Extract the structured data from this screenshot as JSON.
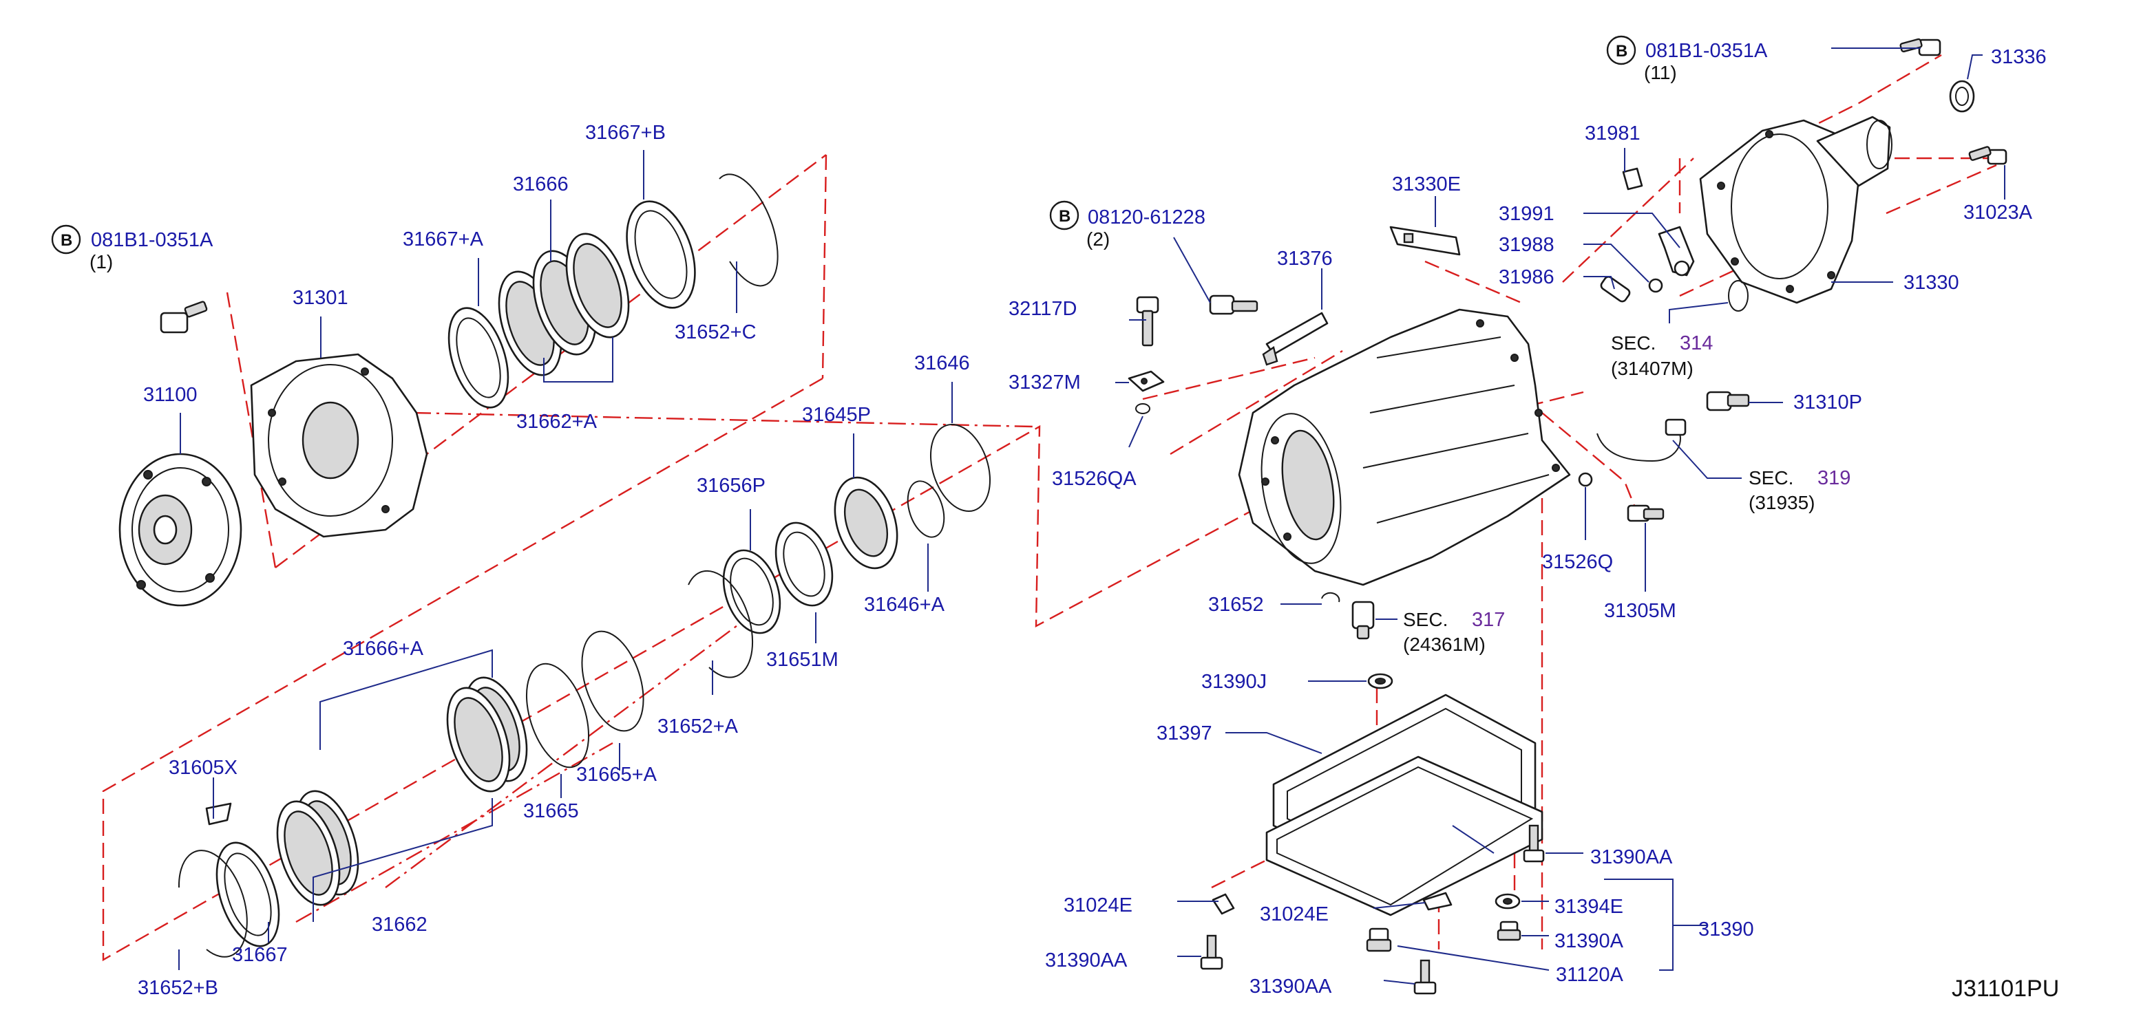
{
  "diagram_id": "J31101PU",
  "callouts": {
    "c31100": "31100",
    "c31301": "31301",
    "c31666": "31666",
    "c31667B": "31667+B",
    "c31667A": "31667+A",
    "c31652C": "31652+C",
    "c31662A": "31662+A",
    "c31646": "31646",
    "c31645P": "31645P",
    "c31656P": "31656P",
    "c31646A": "31646+A",
    "c31651M": "31651M",
    "c31652A": "31652+A",
    "c31666A": "31666+A",
    "c31605X": "31605X",
    "c31665": "31665",
    "c31665A": "31665+A",
    "c31662": "31662",
    "c31667": "31667",
    "c31652B": "31652+B",
    "c32117D": "32117D",
    "c31327M": "31327M",
    "c31526QA": "31526QA",
    "c31376": "31376",
    "c31330E": "31330E",
    "c31981": "31981",
    "c31991": "31991",
    "c31988": "31988",
    "c31986": "31986",
    "c31336": "31336",
    "c31023A": "31023A",
    "c31330": "31330",
    "c31310P": "31310P",
    "c31526Q": "31526Q",
    "c31305M": "31305M",
    "c31652": "31652",
    "c31390J": "31390J",
    "c31397": "31397",
    "c31390AA_r": "31390AA",
    "c31394E": "31394E",
    "c31390": "31390",
    "c31390A": "31390A",
    "c31120A": "31120A",
    "c31024E_l": "31024E",
    "c31024E_c": "31024E",
    "c31390AA_l": "31390AA",
    "c31390AA_b": "31390AA"
  },
  "bolt_refs": [
    {
      "badge": "B",
      "part": "081B1-0351A",
      "qty": "(1)"
    },
    {
      "badge": "B",
      "part": "08120-61228",
      "qty": "(2)"
    },
    {
      "badge": "B",
      "part": "081B1-0351A",
      "qty": "(11)"
    }
  ],
  "sec_refs": [
    {
      "prefix": "SEC.",
      "num": "314",
      "code": "(31407M)"
    },
    {
      "prefix": "SEC.",
      "num": "319",
      "code": "(31935)"
    },
    {
      "prefix": "SEC.",
      "num": "317",
      "code": "(24361M)"
    }
  ],
  "colors": {
    "callout_text": "#1a1aa8",
    "sec_number": "#6a2b9c",
    "leader_line": "#1e2a8a",
    "phantom_line": "#d81e1e",
    "part_outline": "#1a1a1a"
  }
}
